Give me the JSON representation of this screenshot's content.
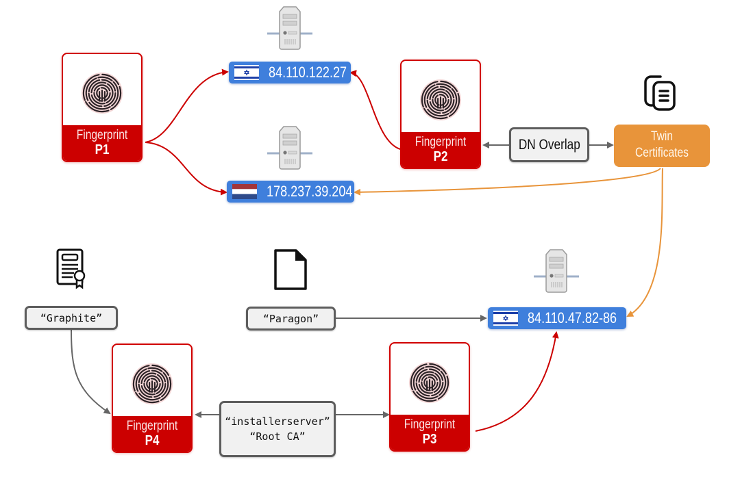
{
  "colors": {
    "fingerprint_red": "#cc0000",
    "ip_blue": "#3f7fdc",
    "twin_orange": "#e8943a",
    "neutral_gray": "#5d5d5d",
    "edge_red": "#cc0000",
    "edge_orange": "#e8943a",
    "edge_gray": "#666666"
  },
  "fingerprints": [
    {
      "id": "p1",
      "title": "Fingerprint",
      "label": "P1",
      "icon": "fingerprint-icon"
    },
    {
      "id": "p2",
      "title": "Fingerprint",
      "label": "P2",
      "icon": "fingerprint-icon"
    },
    {
      "id": "p3",
      "title": "Fingerprint",
      "label": "P3",
      "icon": "fingerprint-icon"
    },
    {
      "id": "p4",
      "title": "Fingerprint",
      "label": "P4",
      "icon": "fingerprint-icon"
    }
  ],
  "ips": [
    {
      "id": "ip1",
      "address": "84.110.122.27",
      "flag": "israel-flag-icon",
      "icon": "server-icon"
    },
    {
      "id": "ip2",
      "address": "178.237.39.204",
      "flag": "netherlands-flag-icon",
      "icon": "server-icon"
    },
    {
      "id": "ip3",
      "address": "84.110.47.82-86",
      "flag": "israel-flag-icon",
      "icon": "server-icon"
    }
  ],
  "labels": {
    "dn_overlap": "DN Overlap",
    "twin_line1": "Twin",
    "twin_line2": "Certificates",
    "graphite": "“Graphite”",
    "paragon": "“Paragon”",
    "installer_line1": "“installerserver”",
    "installer_line2": "“Root CA”"
  },
  "icons": {
    "twin": "copy-document-icon",
    "graphite": "certificate-icon",
    "paragon": "document-icon"
  },
  "edges": [
    {
      "from": "Fingerprint P1",
      "to": "84.110.122.27",
      "color": "red"
    },
    {
      "from": "Fingerprint P1",
      "to": "178.237.39.204",
      "color": "red"
    },
    {
      "from": "Fingerprint P2",
      "to": "84.110.122.27",
      "color": "red"
    },
    {
      "from": "DN Overlap",
      "to": "Fingerprint P2",
      "color": "gray"
    },
    {
      "from": "DN Overlap",
      "to": "Twin Certificates",
      "color": "gray"
    },
    {
      "from": "Twin Certificates",
      "to": "178.237.39.204",
      "color": "orange"
    },
    {
      "from": "Twin Certificates",
      "to": "84.110.47.82-86",
      "color": "orange"
    },
    {
      "from": "Paragon",
      "to": "84.110.47.82-86",
      "color": "gray"
    },
    {
      "from": "Graphite",
      "to": "Fingerprint P4",
      "color": "gray"
    },
    {
      "from": "installerserver / Root CA",
      "to": "Fingerprint P4",
      "color": "gray"
    },
    {
      "from": "installerserver / Root CA",
      "to": "Fingerprint P3",
      "color": "gray"
    },
    {
      "from": "Fingerprint P3",
      "to": "84.110.47.82-86",
      "color": "red"
    }
  ]
}
